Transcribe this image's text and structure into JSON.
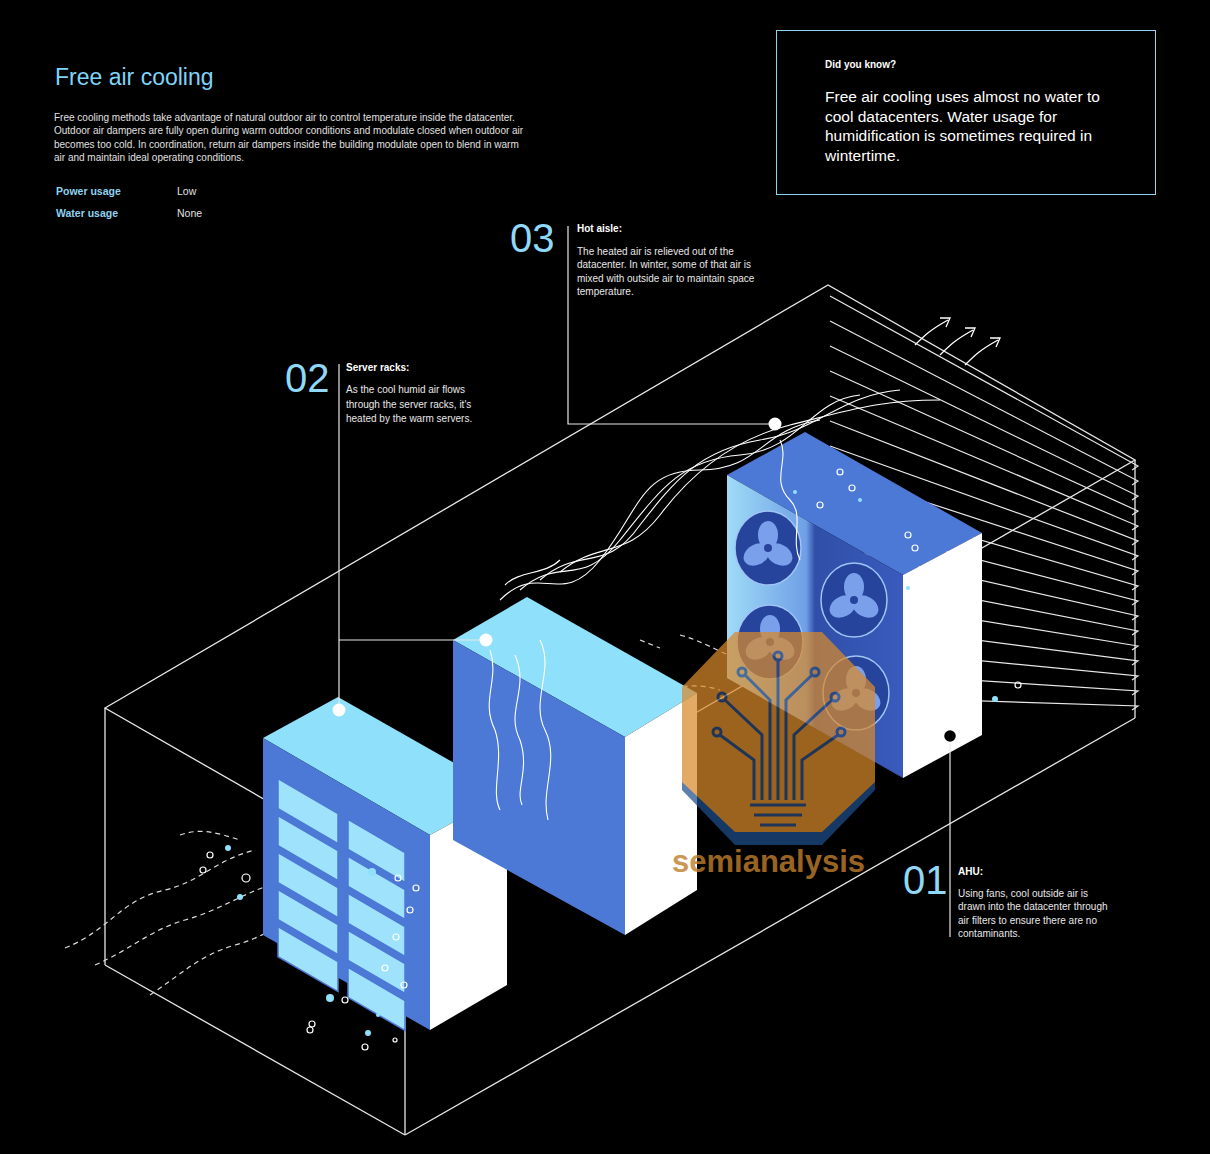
{
  "diagram": {
    "title": "Free air cooling",
    "nodes": [
      {
        "text": [
          "Did you know?",
          "Free air cooling uses almost no water to cool datacenters. Water usage for humidification is sometimes required in wintertime."
        ]
      }
    ],
    "labels": [
      "Free cooling methods take advantage of natural outdoor air to control temperature inside the datacenter. Outdoor air dampers are fully open during warm outdoor conditions and modulate closed when outdoor air becomes too cold. In coordination, return air dampers inside the building modulate open to blend in warm air and maintain ideal operating conditions.",
      "Power usage",
      "Low",
      "Water usage",
      "None",
      "03",
      "Hot aisle:",
      "The heated air is relieved out of the datacenter. In winter, some of that air is mixed with outside air to maintain space temperature.",
      "02",
      "Server racks:",
      "As the cool humid air flows through the server racks, it's heated by the warm servers.",
      "01",
      "AHU:",
      "Using fans, cool outside air is drawn into the datacenter through air filters to ensure there are no contaminants.",
      "semianalysis"
    ]
  }
}
